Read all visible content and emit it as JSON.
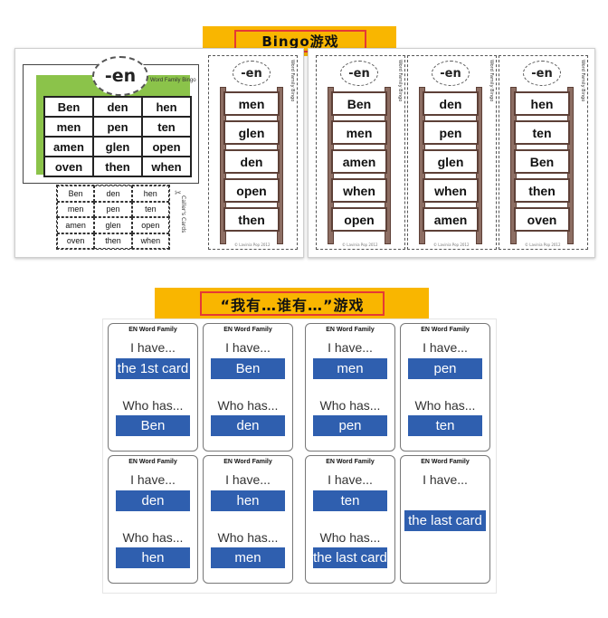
{
  "bingo": {
    "title": "Bingo游戏",
    "board_sound": "-en",
    "board_label": "Word Family Bingo",
    "board_grid": [
      "Ben",
      "den",
      "hen",
      "men",
      "pen",
      "ten",
      "amen",
      "glen",
      "open",
      "oven",
      "then",
      "when"
    ],
    "caller_grid": [
      "Ben",
      "den",
      "hen",
      "men",
      "pen",
      "ten",
      "amen",
      "glen",
      "open",
      "oven",
      "then",
      "when"
    ],
    "caller_label": "Caller's Cards",
    "strip_sound": "-en",
    "strip_label": "Word Family Bingo",
    "strip_footer": "© Lavinia Pop 2012",
    "strips": [
      [
        "men",
        "glen",
        "den",
        "open",
        "then"
      ],
      [
        "Ben",
        "men",
        "amen",
        "when",
        "open"
      ],
      [
        "den",
        "pen",
        "glen",
        "when",
        "amen"
      ],
      [
        "hen",
        "ten",
        "Ben",
        "then",
        "oven"
      ]
    ]
  },
  "have_who": {
    "title": "“我有…谁有…”游戏",
    "cards": [
      {
        "header": "EN Word Family",
        "have": "I have...",
        "have_word": "the 1st card",
        "who": "Who has...",
        "who_word": "Ben"
      },
      {
        "header": "EN Word Family",
        "have": "I have...",
        "have_word": "Ben",
        "who": "Who has...",
        "who_word": "den"
      },
      {
        "header": "EN Word Family",
        "have": "I have...",
        "have_word": "men",
        "who": "Who has...",
        "who_word": "pen"
      },
      {
        "header": "EN Word Family",
        "have": "I have...",
        "have_word": "pen",
        "who": "Who has...",
        "who_word": "ten"
      },
      {
        "header": "EN Word Family",
        "have": "I have...",
        "have_word": "den",
        "who": "Who has...",
        "who_word": "hen"
      },
      {
        "header": "EN Word Family",
        "have": "I have...",
        "have_word": "hen",
        "who": "Who has...",
        "who_word": "men"
      },
      {
        "header": "EN Word Family",
        "have": "I have...",
        "have_word": "ten",
        "who": "Who has...",
        "who_word": "the last card"
      },
      {
        "header": "EN Word Family",
        "have": "I have...",
        "have_word": "the last card"
      }
    ]
  },
  "colors": {
    "banner": "#f9b600",
    "banner_border": "#e53935",
    "card_blue": "#2f5faf",
    "ladder": "#8d6e63",
    "board_green": "#8bc34a"
  }
}
